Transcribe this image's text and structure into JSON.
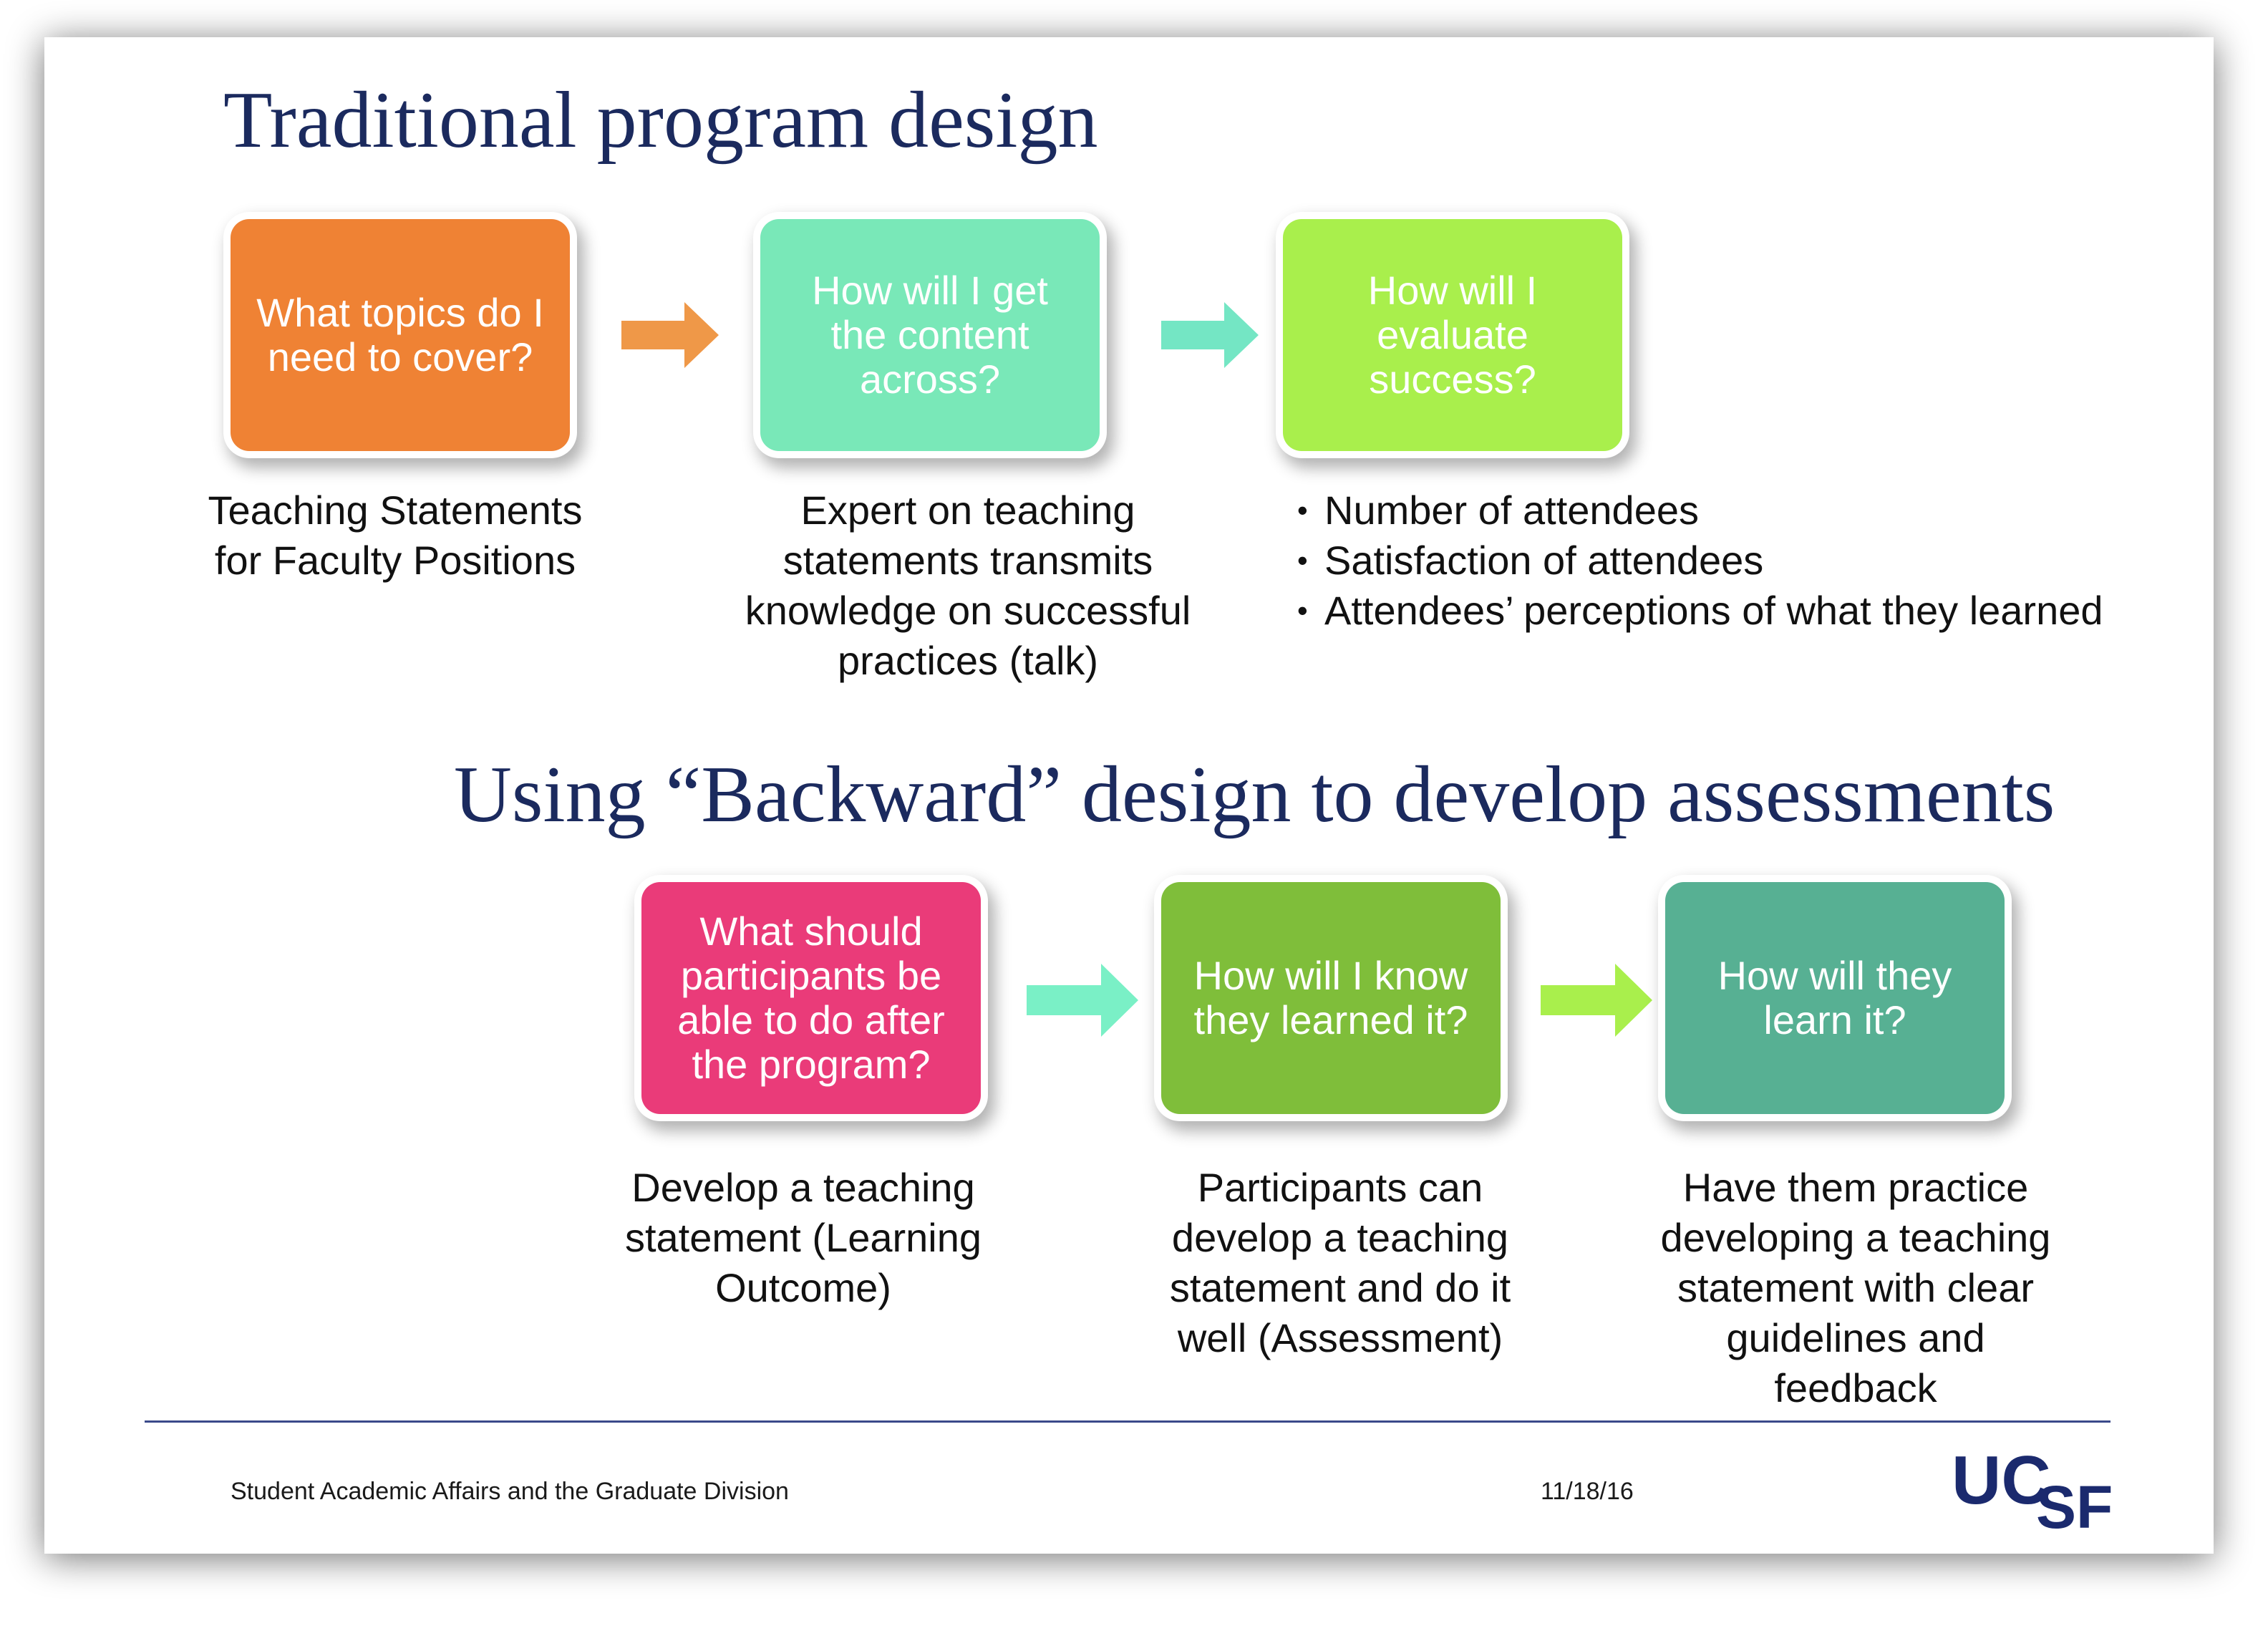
{
  "top": {
    "title": "Traditional program design",
    "steps": [
      {
        "label": "What topics do I need to cover?",
        "color": "#ef8234"
      },
      {
        "label": "How will I get the content across?",
        "color": "#79e8b8"
      },
      {
        "label": "How will I evaluate success?",
        "color": "#a9ef4c"
      }
    ],
    "arrow_colors": [
      "#ef9848",
      "#74e6c4"
    ],
    "captions": {
      "first": "Teaching Statements for Faculty Positions",
      "second": "Expert on teaching statements transmits knowledge on successful practices (talk)",
      "bullets": [
        "Number of attendees",
        "Satisfaction of attendees",
        "Attendees’ perceptions of what they learned"
      ]
    }
  },
  "bottom": {
    "title": "Using “Backward” design to develop assessments",
    "steps": [
      {
        "label": "What should participants be able to do after the program?",
        "color": "#ea3b79"
      },
      {
        "label": "How will I know they learned it?",
        "color": "#7fbe3a"
      },
      {
        "label": "How will they learn it?",
        "color": "#57b093"
      }
    ],
    "arrow_colors": [
      "#7af0c6",
      "#a9ef4c"
    ],
    "captions": [
      "Develop a teaching statement (Learning Outcome)",
      "Participants can develop a teaching statement and do it well (Assessment)",
      "Have them practice developing a teaching statement with clear guidelines and feedback"
    ]
  },
  "footer": {
    "organization": "Student Academic Affairs and the Graduate Division",
    "date": "11/18/16",
    "logo": "UCSF"
  },
  "colors": {
    "title": "#1b2a5e",
    "rule": "#3a4a8a",
    "logo": "#1b2a6e"
  }
}
